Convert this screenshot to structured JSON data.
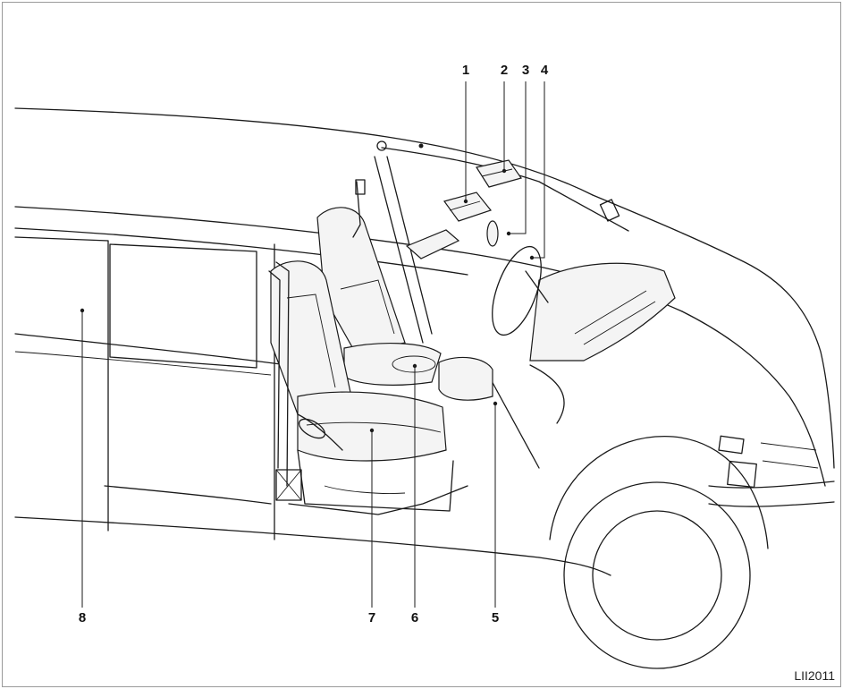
{
  "figure": {
    "figure_id": "LII2011",
    "callouts": [
      {
        "key": "c1",
        "number": "1"
      },
      {
        "key": "c2",
        "number": "2"
      },
      {
        "key": "c3",
        "number": "3"
      },
      {
        "key": "c4",
        "number": "4"
      },
      {
        "key": "c5",
        "number": "5"
      },
      {
        "key": "c6",
        "number": "6"
      },
      {
        "key": "c7",
        "number": "7"
      },
      {
        "key": "c8",
        "number": "8"
      }
    ]
  }
}
